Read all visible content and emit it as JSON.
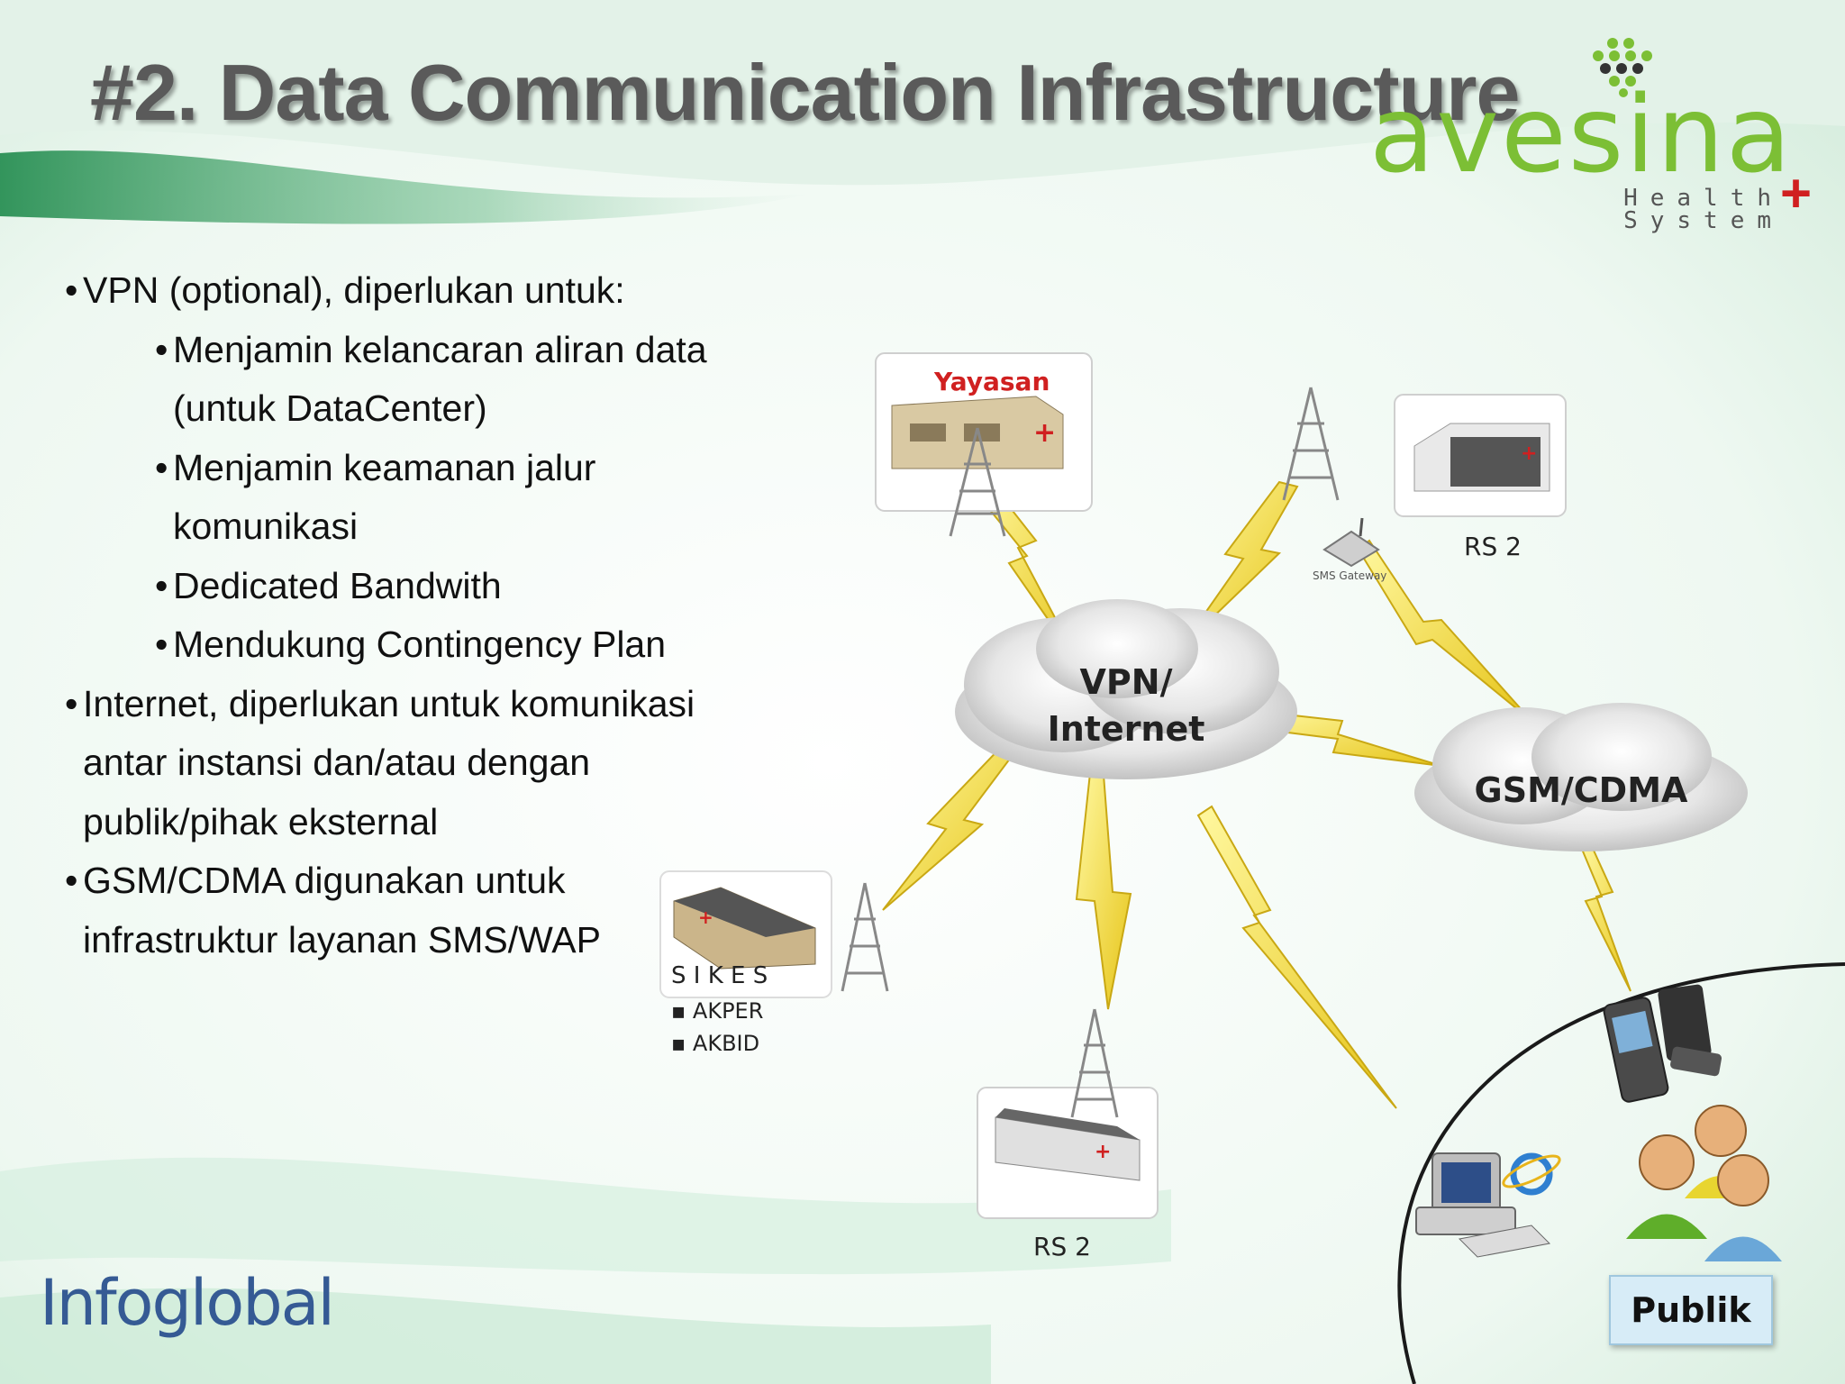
{
  "title": "#2. Data Communication Infrastructure",
  "logo": {
    "word": "avesina",
    "line1": "Health",
    "line2": "System",
    "brand_color": "#7cbf35"
  },
  "bullets": [
    {
      "level": 1,
      "lines": [
        "VPN (optional), diperlukan untuk:"
      ]
    },
    {
      "level": 2,
      "lines": [
        "Menjamin kelancaran aliran data",
        "(untuk DataCenter)"
      ]
    },
    {
      "level": 2,
      "lines": [
        "Menjamin keamanan jalur",
        "komunikasi"
      ]
    },
    {
      "level": 2,
      "lines": [
        "Dedicated Bandwith"
      ]
    },
    {
      "level": 2,
      "lines": [
        "Mendukung Contingency Plan"
      ]
    },
    {
      "level": 1,
      "lines": [
        "Internet, diperlukan untuk komunikasi",
        "antar instansi dan/atau dengan",
        "publik/pihak eksternal"
      ]
    },
    {
      "level": 1,
      "lines": [
        "GSM/CDMA digunakan untuk",
        "infrastruktur layanan SMS/WAP"
      ]
    }
  ],
  "diagram": {
    "yayasan": "Yayasan",
    "rs2_top": "RS 2",
    "sms_gateway": "SMS Gateway",
    "vpn_line1": "VPN/",
    "vpn_line2": "Internet",
    "gsm": "GSM/CDMA",
    "sikes": "S I K E S",
    "akper": "AKPER",
    "akbid": "AKBID",
    "rs2_bottom": "RS 2",
    "publik": "Publik"
  },
  "footer_logo": "Infoglobal"
}
